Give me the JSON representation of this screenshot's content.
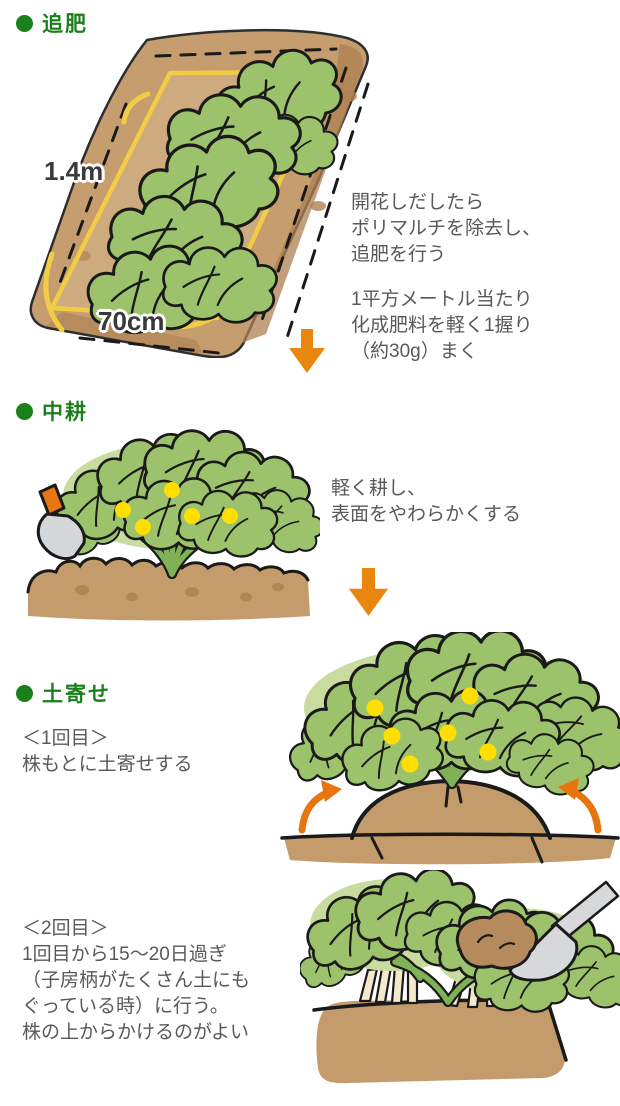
{
  "palette": {
    "section_green": "#1b7f1b",
    "text_gray": "#595959",
    "leaf_green": "#9cc36b",
    "soil_brown": "#c49c6c",
    "mulch_yellow": "#f2cc45",
    "flower_yellow": "#ffde00",
    "arrow_orange": "#e8860f"
  },
  "sections": {
    "topdressing": {
      "title": "追肥",
      "bed_length_label": "1.4m",
      "bed_width_label": "70cm",
      "note_flowering": [
        "開花しだしたら",
        "ポリマルチを除去し、",
        "追肥を行う"
      ],
      "note_fertilizer": [
        "1平方メートル当たり",
        "化成肥料を軽く1握り",
        "（約30g）まく"
      ]
    },
    "cultivating": {
      "title": "中耕",
      "note": [
        "軽く耕し、",
        "表面をやわらかくする"
      ]
    },
    "hilling": {
      "title": "土寄せ",
      "first_note": [
        "＜1回目＞",
        "株もとに土寄せする"
      ],
      "second_note": [
        "＜2回目＞",
        "1回目から15～20日過ぎ",
        "（子房柄がたくさん土にも",
        "ぐっている時）に行う。",
        "株の上からかけるのがよい"
      ]
    }
  }
}
